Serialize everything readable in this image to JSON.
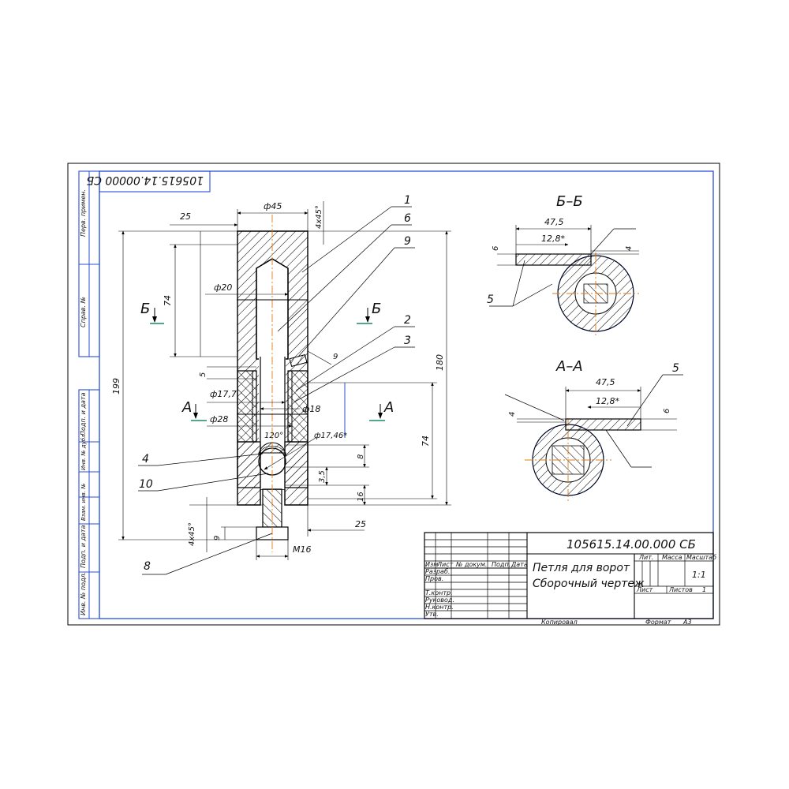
{
  "document": {
    "code_main": "105615.14.00.000 СБ",
    "code_rotated": "105615.14.00000 СБ",
    "title_line1": "Петля для ворот",
    "title_line2": "Сборочный чертеж",
    "scale": "1:1",
    "sheet_label": "Лист",
    "sheets_label": "Листов",
    "sheets_value": "1",
    "lit_label": "Лит.",
    "mass_label": "Масса",
    "scale_label": "Масштаб",
    "copied": "Копировал",
    "format_label": "Формат",
    "format_value": "А3"
  },
  "revision_headers": [
    "Изм",
    "Лист",
    "№ докум.",
    "Подп.",
    "Дата"
  ],
  "role_rows": [
    "Разраб.",
    "Пров.",
    "Т.контр.",
    "Руковод.",
    "Н.контр.",
    "Утв."
  ],
  "side_stamps": [
    "Перв. примен.",
    "Справ. №",
    "Подп. и дата",
    "Инв. № дубл.",
    "Взам. инв. №",
    "Подп. и дата",
    "Инв. № подл."
  ],
  "section_titles": {
    "bb": "Б–Б",
    "aa": "А–А"
  },
  "section_marks": {
    "a_left": "А",
    "a_right": "А",
    "b_left": "Б",
    "b_right": "Б"
  },
  "main_dims": {
    "d45": "ф45",
    "chamfer_top": "4x45°",
    "w25_top": "25",
    "d20": "ф20",
    "l74": "74",
    "h199": "199",
    "h180": "180",
    "h74r": "74",
    "d17_7": "ф17,7",
    "d28": "ф28",
    "d18": "ф18",
    "a120": "120°",
    "d17_46": "ф17,46*",
    "v5": "5",
    "v9_pin": "9",
    "v8": "8",
    "v3_5": "3,5",
    "v16": "16",
    "v25_bot": "25",
    "chamfer_bot": "4x45°",
    "v9_bot": "9",
    "m16": "М16"
  },
  "section_dims": {
    "bb_475": "47,5",
    "bb_128": "12,8*",
    "bb_6": "6",
    "bb_4": "4",
    "aa_475": "47,5",
    "aa_128": "12,8*",
    "aa_4": "4",
    "aa_6": "6"
  },
  "leaders": [
    "1",
    "6",
    "9",
    "2",
    "3",
    "4",
    "10",
    "8",
    "5",
    "5"
  ]
}
